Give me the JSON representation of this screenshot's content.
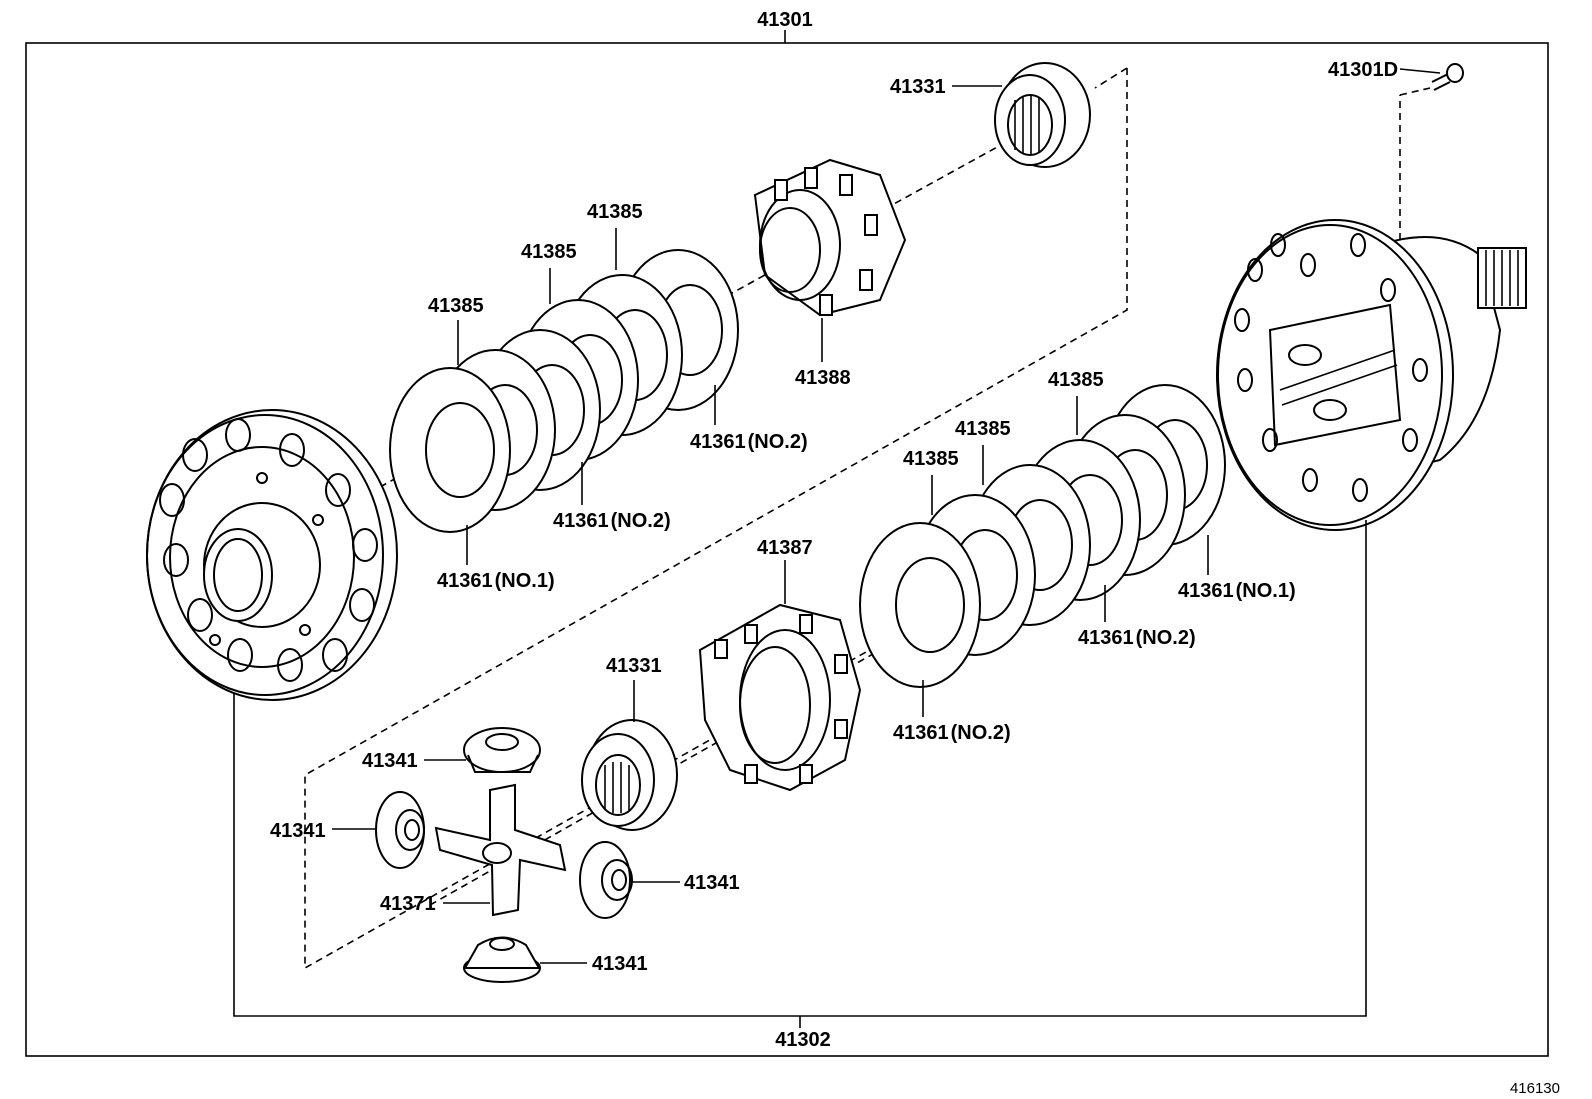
{
  "labels": {
    "assembly": "41301",
    "bolt": "41301D",
    "case": "41302",
    "side_gear_top": "41331",
    "side_gear_bottom": "41331",
    "spring_retainer_top": "41388",
    "spring_retainer_bottom": "41387",
    "disc_left_1": "41385",
    "disc_left_2": "41385",
    "disc_left_3": "41385",
    "plate_left_a": "41361",
    "plate_left_a_sub": "(NO.2)",
    "plate_left_b": "41361",
    "plate_left_b_sub": "(NO.2)",
    "plate_left_c": "41361",
    "plate_left_c_sub": "(NO.1)",
    "disc_right_1": "41385",
    "disc_right_2": "41385",
    "disc_right_3": "41385",
    "plate_right_a": "41361",
    "plate_right_a_sub": "(NO.1)",
    "plate_right_b": "41361",
    "plate_right_b_sub": "(NO.2)",
    "plate_right_c": "41361",
    "plate_right_c_sub": "(NO.2)",
    "pinion_top": "41341",
    "pinion_left": "41341",
    "pinion_right": "41341",
    "pinion_bottom": "41341",
    "spider": "41371"
  },
  "figure_code": "416130"
}
